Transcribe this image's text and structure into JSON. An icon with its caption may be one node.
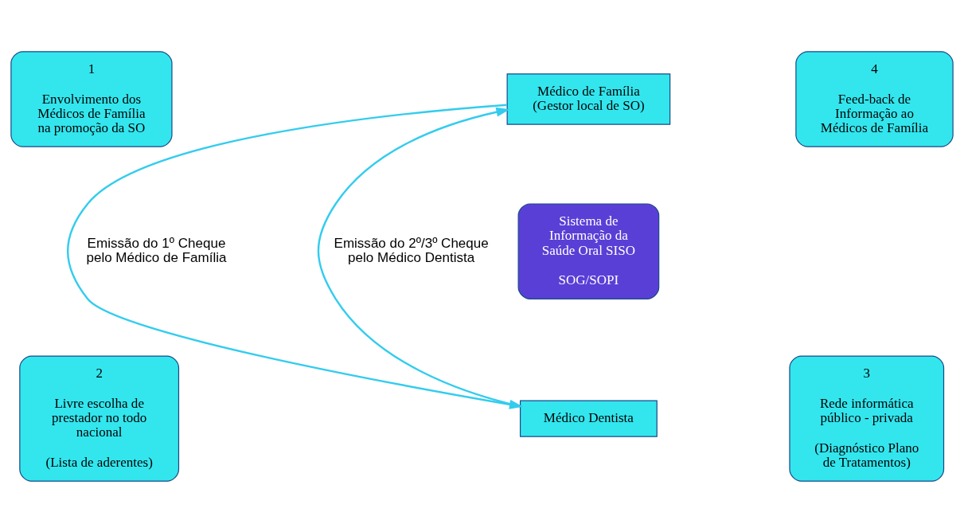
{
  "diagram": {
    "nodes": [
      {
        "text": [
          "Médico de Família (Gestor local de SO)"
        ]
      },
      {
        "text": [
          "1",
          "Envolvimento dos Médicos de Família na promoção da SO"
        ]
      },
      {
        "text": [
          "4",
          "Feed-back de Informação ao Médicos de Família"
        ]
      },
      {
        "text": [
          "Sistema de Informação da Saúde Oral SISO",
          "SOG/SOPI"
        ]
      },
      {
        "text": [
          "2",
          "Livre escolha de prestador no todo nacional",
          "(Lista de aderentes)"
        ]
      },
      {
        "text": [
          "3",
          "Rede informática público - privada",
          "(Diagnóstico Plano de Tratamentos)"
        ]
      },
      {
        "text": [
          "Médico Dentista"
        ]
      }
    ],
    "edges": [
      {
        "from": 0,
        "to": 6,
        "arrow": "to",
        "label": "Emissão do 1º Cheque pelo Médico de Família"
      },
      {
        "from": 6,
        "to": 0,
        "arrow": "to",
        "label": "Emissão do 2º/3º Cheque pelo Médico Dentista"
      }
    ]
  }
}
